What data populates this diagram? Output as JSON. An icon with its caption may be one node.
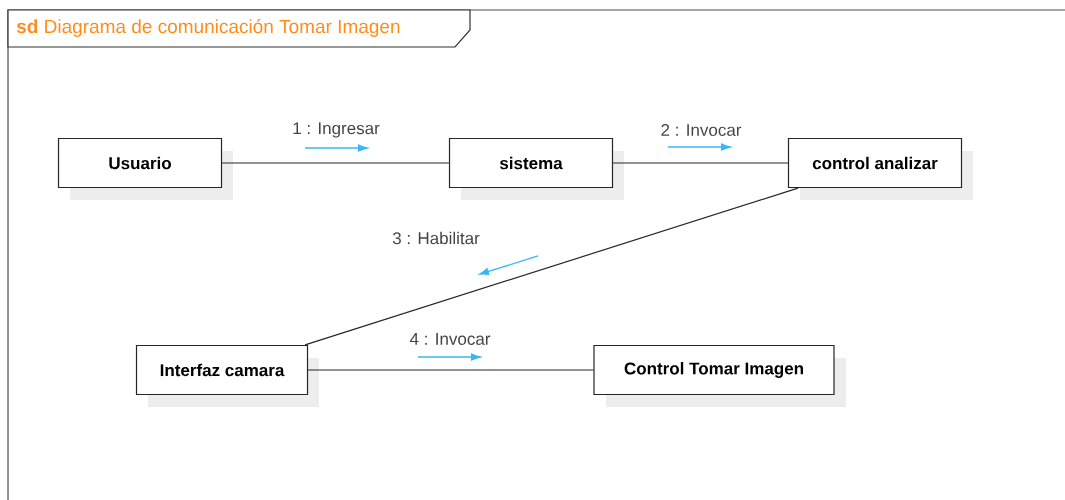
{
  "diagram": {
    "title": "**sd** Diagrama de comunicación Tomar Imagen",
    "nodes": [
      {
        "text": [
          "Usuario"
        ]
      },
      {
        "text": [
          "sistema"
        ]
      },
      {
        "text": [
          "control analizar"
        ]
      },
      {
        "text": [
          "Interfaz camara"
        ]
      },
      {
        "text": [
          "Control Tomar Imagen"
        ]
      }
    ],
    "edges": [
      {
        "from": 0,
        "to": 1,
        "arrow": "none",
        "label": "1 : Ingresar"
      },
      {
        "from": 1,
        "to": 2,
        "arrow": "none",
        "label": "2 : Invocar"
      },
      {
        "from": 2,
        "to": 3,
        "arrow": "none",
        "label": "3 : Habilitar"
      },
      {
        "from": 3,
        "to": 4,
        "arrow": "none",
        "label": "4 : Invocar"
      }
    ]
  }
}
